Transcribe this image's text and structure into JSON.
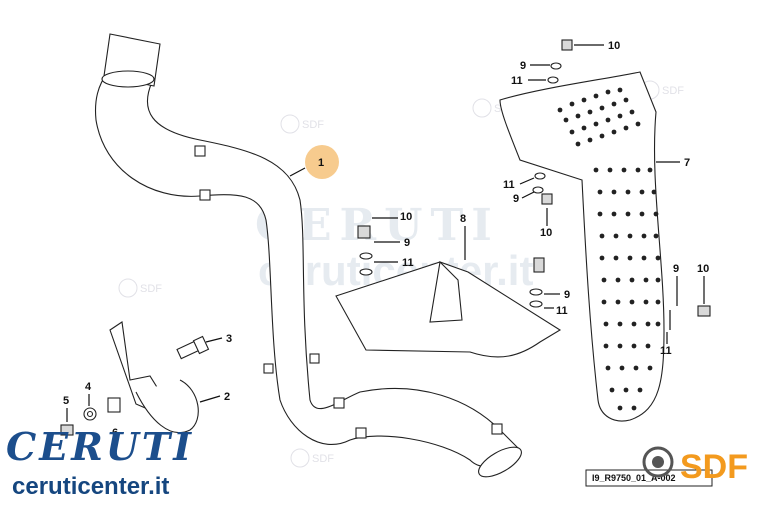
{
  "callouts": {
    "c1": "1",
    "c2": "2",
    "c3": "3",
    "c4": "4",
    "c5": "5",
    "c6": "6",
    "c7": "7",
    "c8": "8",
    "c9a": "9",
    "c9b": "9",
    "c9c": "9",
    "c9d": "9",
    "c9e": "9",
    "c10a": "10",
    "c10b": "10",
    "c10c": "10",
    "c10d": "10",
    "c11a": "11",
    "c11b": "11",
    "c11c": "11",
    "c11d": "11",
    "c11e": "11"
  },
  "watermark": {
    "title": "CERUTI",
    "url": "ceruticenter.it",
    "badge": "SDF"
  },
  "brand": {
    "title": "CERUTI",
    "url": "ceruticenter.it",
    "sdf": "SDF"
  },
  "drawing_code": "I9_R9750_01_A-002",
  "colors": {
    "brand_blue": "#1c4e8c",
    "sdf_orange": "#f39a1e",
    "highlight": "#f6c27a"
  }
}
